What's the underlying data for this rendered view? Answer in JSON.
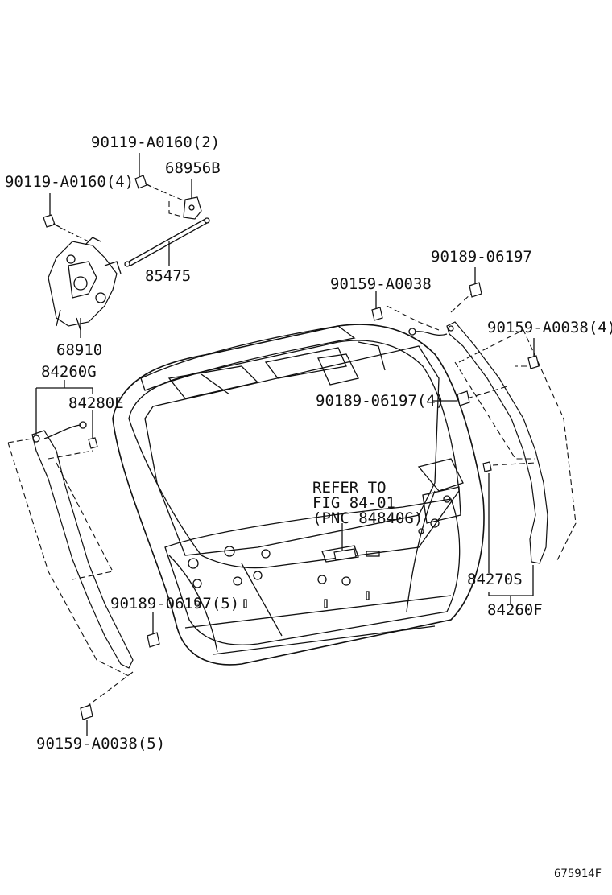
{
  "labels": {
    "bolt_top_2": "90119-A0160(2)",
    "bracket_68956B": "68956B",
    "bolt_left_4": "90119-A0160(4)",
    "rod_85475": "85475",
    "motor_68910": "68910",
    "part_84260G": "84260G",
    "part_84280E": "84280E",
    "clip_90189_06197": "90189-06197",
    "bolt_90159_A0038": "90159-A0038",
    "bolt_90159_A0038_4": "90159-A0038(4)",
    "clip_90189_06197_4": "90189-06197(4)",
    "refer_line1": "REFER TO",
    "refer_line2": "FIG 84-01",
    "refer_line3": "(PNC 84840G)",
    "part_84270S": "84270S",
    "part_84260F": "84260F",
    "clip_90189_06197_5": "90189-06197(5)",
    "bolt_90159_A0038_5": "90159-A0038(5)"
  },
  "figure_id": "675914F"
}
